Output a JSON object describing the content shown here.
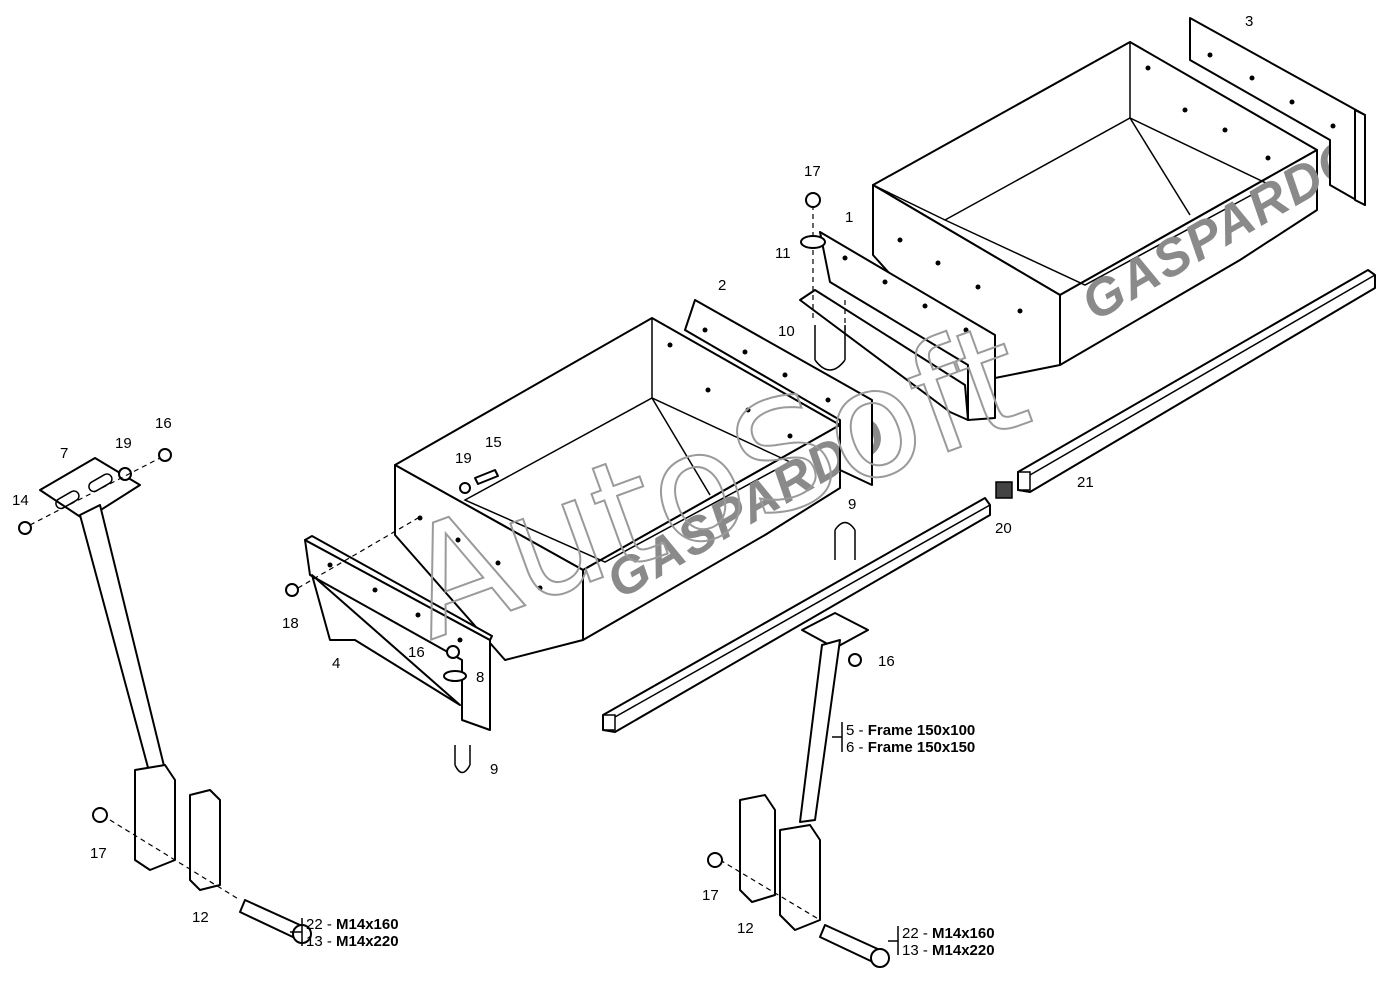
{
  "brand": {
    "label_left": "GASPARDO",
    "label_right": "GASPARDO"
  },
  "watermark": {
    "text": "AutoSoft"
  },
  "callouts": [
    {
      "id": "c1",
      "text": "1"
    },
    {
      "id": "c2",
      "text": "2"
    },
    {
      "id": "c3",
      "text": "3"
    },
    {
      "id": "c4",
      "text": "4"
    },
    {
      "id": "c7",
      "text": "7"
    },
    {
      "id": "c8",
      "text": "8"
    },
    {
      "id": "c9a",
      "text": "9"
    },
    {
      "id": "c9b",
      "text": "9"
    },
    {
      "id": "c10",
      "text": "10"
    },
    {
      "id": "c11",
      "text": "11"
    },
    {
      "id": "c12a",
      "text": "12"
    },
    {
      "id": "c12b",
      "text": "12"
    },
    {
      "id": "c14",
      "text": "14"
    },
    {
      "id": "c15",
      "text": "15"
    },
    {
      "id": "c16a",
      "text": "16"
    },
    {
      "id": "c16b",
      "text": "16"
    },
    {
      "id": "c16c",
      "text": "16"
    },
    {
      "id": "c17a",
      "text": "17"
    },
    {
      "id": "c17b",
      "text": "17"
    },
    {
      "id": "c17c",
      "text": "17"
    },
    {
      "id": "c18",
      "text": "18"
    },
    {
      "id": "c19a",
      "text": "19"
    },
    {
      "id": "c19b",
      "text": "19"
    },
    {
      "id": "c20",
      "text": "20"
    },
    {
      "id": "c21",
      "text": "21"
    }
  ],
  "frame_labels": {
    "line1_num": "5 - ",
    "line1_spec": "Frame 150x100",
    "line2_num": "6 - ",
    "line2_spec": "Frame 150x150"
  },
  "bolt_labels_left": {
    "line1_num": "22 - ",
    "line1_spec": "M14x160",
    "line2_num": "13 - ",
    "line2_spec": "M14x220"
  },
  "bolt_labels_right": {
    "line1_num": "22 - ",
    "line1_spec": "M14x160",
    "line2_num": "13 - ",
    "line2_spec": "M14x220"
  }
}
